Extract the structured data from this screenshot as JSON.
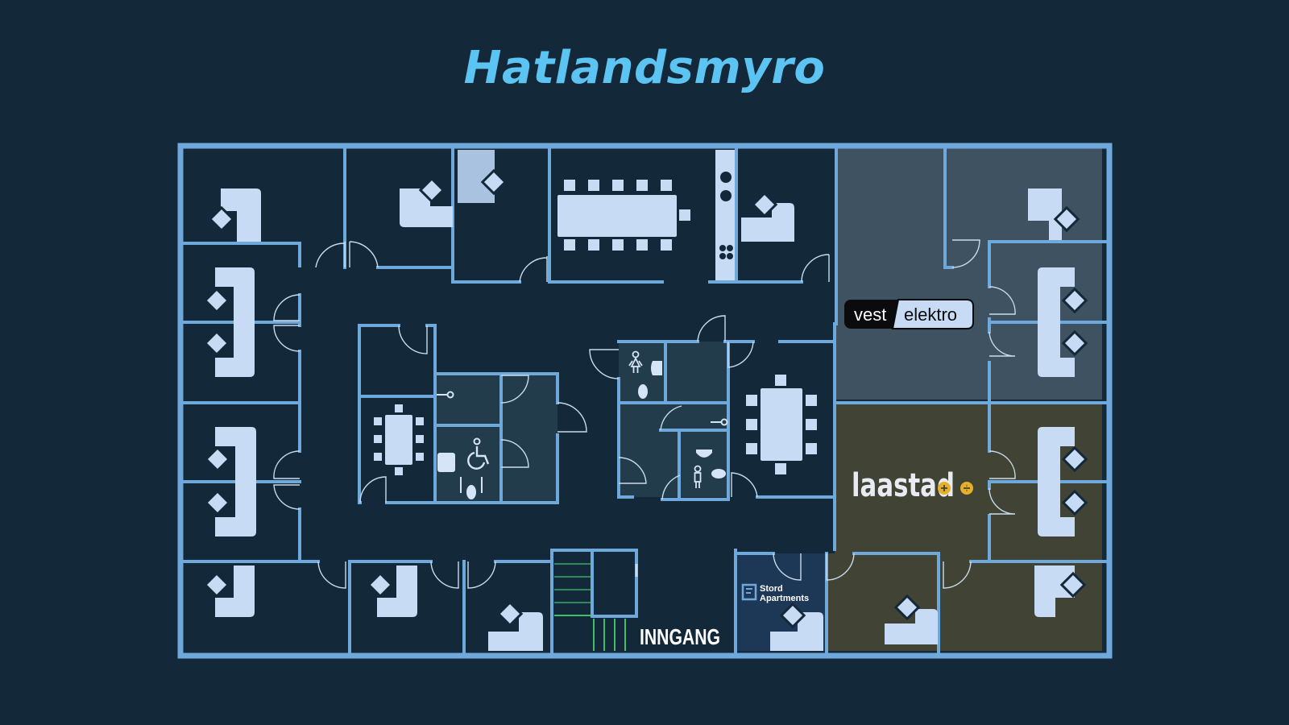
{
  "title": "Hatlandsmyro",
  "tenants": {
    "vest": {
      "left": "vest",
      "right": "elektro"
    },
    "laastad": {
      "name": "laastad"
    },
    "stord": {
      "line1": "Stord",
      "line2": "Apartments"
    }
  },
  "entrance": {
    "label": "INNGANG"
  },
  "colors": {
    "background": "#13293a",
    "walls": "#6fa9dc",
    "title": "#5cc4f2",
    "furniture": "#c7dcf4",
    "vest_zone": "#3e5261",
    "laastad_zone": "#414334",
    "stord_zone": "#1d3857",
    "laastad_accent": "#e8b028"
  },
  "icons": [
    "female-toilet-icon",
    "male-toilet-icon",
    "wheelchair-icon",
    "stairs-icon",
    "elevator-icon"
  ]
}
